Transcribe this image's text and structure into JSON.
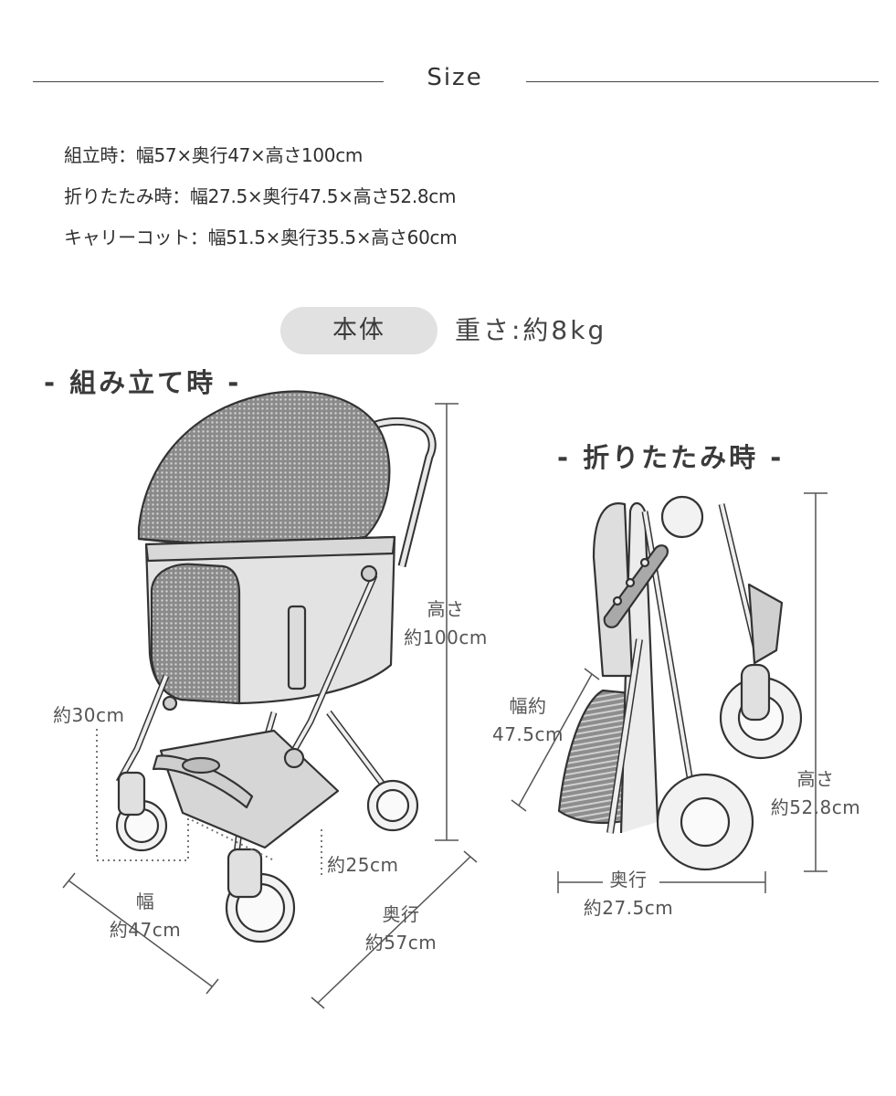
{
  "header": {
    "title": "Size"
  },
  "specs": [
    "組立時：幅57×奥行47×高さ100cm",
    "折りたたみ時：幅27.5×奥行47.5×高さ52.8cm",
    "キャリーコット：幅51.5×奥行35.5×高さ60cm"
  ],
  "body_pill": "本体",
  "weight_text": "重さ:約8kg",
  "assembled": {
    "heading": "- 組み立て時 -",
    "height_label": "高さ",
    "height_value": "約100cm",
    "width_label": "幅",
    "width_value": "約47cm",
    "depth_label": "奥行",
    "depth_value": "約57cm",
    "basket_height": "約30cm",
    "basket_depth": "約25cm"
  },
  "folded": {
    "heading": "- 折りたたみ時 -",
    "width_label": "幅約",
    "width_value": "47.5cm",
    "height_label": "高さ",
    "height_value": "約52.8cm",
    "depth_label": "奥行",
    "depth_value": "約27.5cm"
  }
}
